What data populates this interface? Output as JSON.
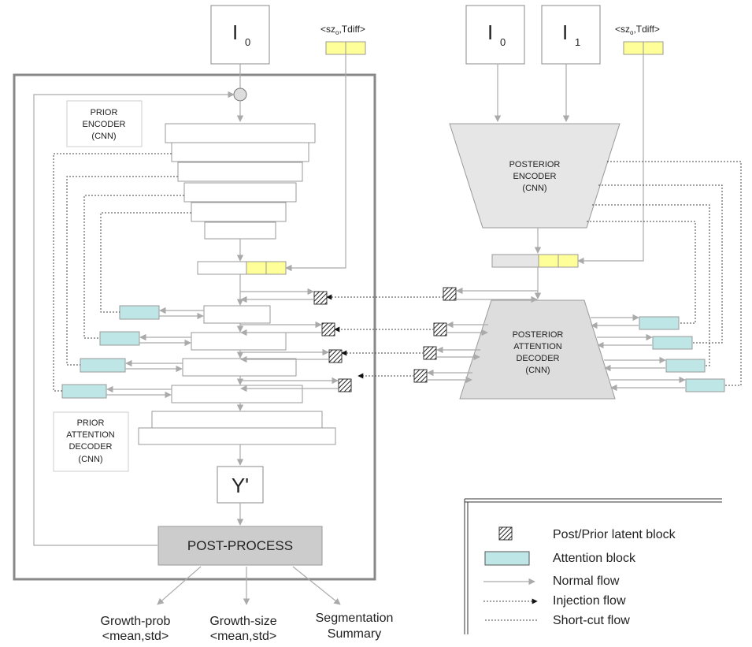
{
  "inputs": {
    "prior_image": {
      "main": "I",
      "sub": "0"
    },
    "post_image0": {
      "main": "I",
      "sub": "0"
    },
    "post_image1": {
      "main": "I",
      "sub": "1"
    },
    "cond_prior": {
      "pre": "<sz",
      "sub": "o",
      "post": ",Tdiff>"
    },
    "cond_post": {
      "pre": "<sz",
      "sub": "o",
      "post": ",Tdiff>"
    }
  },
  "prior": {
    "encoder_label": [
      "PRIOR",
      "ENCODER",
      "(CNN)"
    ],
    "decoder_label": [
      "PRIOR",
      "ATTENTION",
      "DECODER",
      "(CNN)"
    ]
  },
  "posterior": {
    "encoder_label": [
      "POSTERIOR",
      "ENCODER",
      "(CNN)"
    ],
    "decoder_label": [
      "POSTERIOR",
      "ATTENTION",
      "DECODER",
      "(CNN)"
    ]
  },
  "output": {
    "y_label": "Y'",
    "postprocess_label": "POST-PROCESS"
  },
  "outputs": [
    {
      "line1": "Growth-prob",
      "line2": "<mean,std>"
    },
    {
      "line1": "Growth-size",
      "line2": "<mean,std>"
    },
    {
      "line1": "Segmentation",
      "line2": "Summary"
    }
  ],
  "legend": {
    "latent": "Post/Prior latent block",
    "attention": "Attention block",
    "normal": "Normal flow",
    "injection": "Injection flow",
    "shortcut": "Short-cut flow"
  },
  "colors": {
    "yellow": "#ffff99",
    "attention": "#bfe6e6",
    "gray_fill": "#e6e6e6",
    "postprocess": "#cccccc",
    "arrow": "#aaaaaa",
    "frame": "#888888"
  }
}
